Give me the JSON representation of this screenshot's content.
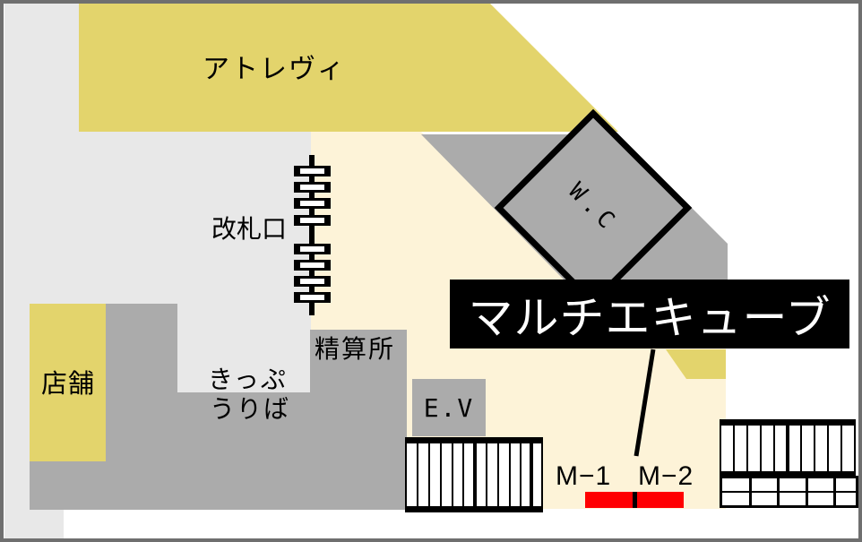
{
  "map": {
    "kind": "station-concourse-floor-map",
    "labels": {
      "atrevie": "アトレヴィ",
      "ticket_gate": "改札口",
      "restroom": "W.C",
      "multi_ecube": "マルチエキューブ",
      "shop": "店舗",
      "ticket_line1": "きっぷ",
      "ticket_line2": "うりば",
      "fare_adjustment": "精算所",
      "elevator": "E.V",
      "location_m1": "M−1",
      "location_m2": "M−2"
    },
    "colors": {
      "commercial_area_yellow": "#e3d46c",
      "concourse_cream": "#fdf3d8",
      "passage_gray": "#ababab",
      "outside_floor_lightgray": "#e8e8e8",
      "highlight_banner_bg": "#000000",
      "highlight_banner_text": "#ffffff",
      "location_marker_red": "#ff0000",
      "frame_border": "#6f6f6f"
    }
  }
}
